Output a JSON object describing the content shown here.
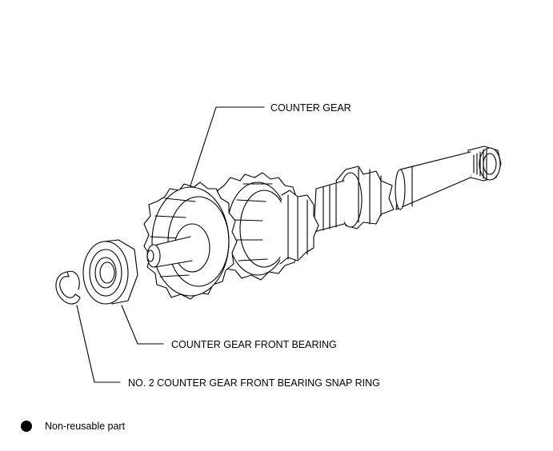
{
  "callouts": {
    "counter_gear": "COUNTER GEAR",
    "front_bearing": "COUNTER GEAR FRONT BEARING",
    "snap_ring": "NO. 2 COUNTER GEAR FRONT BEARING SNAP RING"
  },
  "legend": {
    "text": "Non-reusable part",
    "symbol_color": "#000000"
  }
}
